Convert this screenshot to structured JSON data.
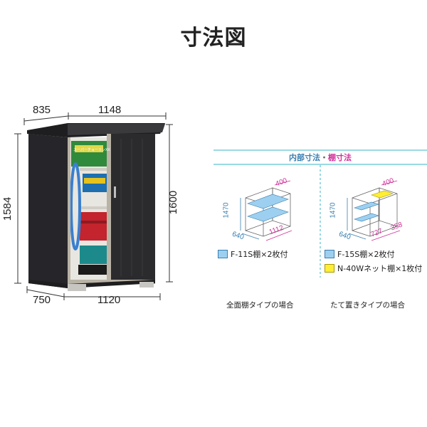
{
  "title": "寸法図",
  "shed": {
    "top_depth": "835",
    "top_width": "1148",
    "left_height": "1584",
    "right_height": "1600",
    "bottom_depth": "750",
    "bottom_width": "1120",
    "box_label": "スーパーチョーリンXX"
  },
  "panel": {
    "header_inner": "内部寸法",
    "header_sep": "・",
    "header_shelf": "棚寸法",
    "left": {
      "height": "1470",
      "depth": "640",
      "width": "1112",
      "top": "400",
      "legend": [
        {
          "label": "F-11S棚×2枚付",
          "color": "#9dd0f0"
        }
      ],
      "caption": "全面棚タイプの場合"
    },
    "right": {
      "height": "1470",
      "depth": "640",
      "width_a": "727",
      "width_b": "358",
      "top": "400",
      "legend": [
        {
          "label": "F-15S棚×2枚付",
          "color": "#9dd0f0"
        },
        {
          "label": "N-40Wネット棚×1枚付",
          "color": "#ffee33"
        }
      ],
      "caption": "たて置きタイプの場合"
    }
  },
  "colors": {
    "teal_line": "#35b6c8",
    "magenta": "#d0309a",
    "blue_dim": "#3a7fb0",
    "shed_body": "#2b2b2e"
  }
}
